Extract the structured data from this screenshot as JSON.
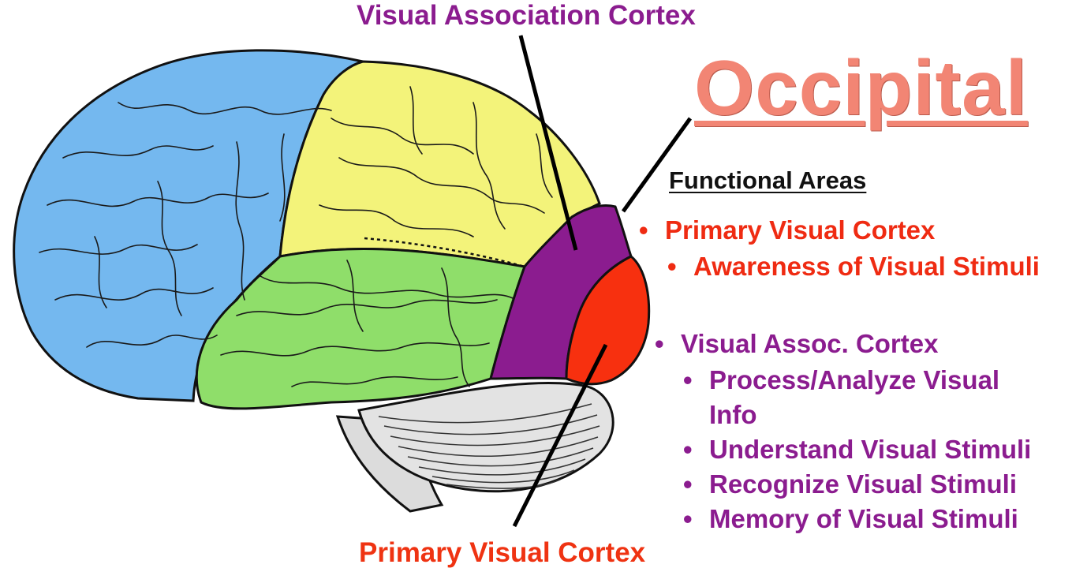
{
  "title": "Occipital",
  "subtitle": "Functional Areas",
  "callouts": {
    "top": "Visual Association Cortex",
    "bottom": "Primary Visual Cortex"
  },
  "bullet": "•",
  "areas": [
    {
      "name": "Primary Visual Cortex",
      "functions": [
        "Awareness of Visual Stimuli"
      ]
    },
    {
      "name": "Visual Assoc. Cortex",
      "functions": [
        "Process/Analyze Visual",
        "Info",
        "Understand Visual Stimuli",
        "Recognize Visual Stimuli",
        "Memory of Visual Stimuli"
      ]
    }
  ],
  "colors": {
    "frontal_lobe": "#74b8ef",
    "parietal_lobe": "#f3f37a",
    "temporal_lobe": "#8fde6a",
    "visual_association_cortex": "#8b1c8f",
    "primary_visual_cortex": "#f7300f",
    "cerebellum": "#e3e3e3",
    "title": "#f28574",
    "primary_text": "#ef2b12",
    "association_text": "#8b1c8f"
  }
}
